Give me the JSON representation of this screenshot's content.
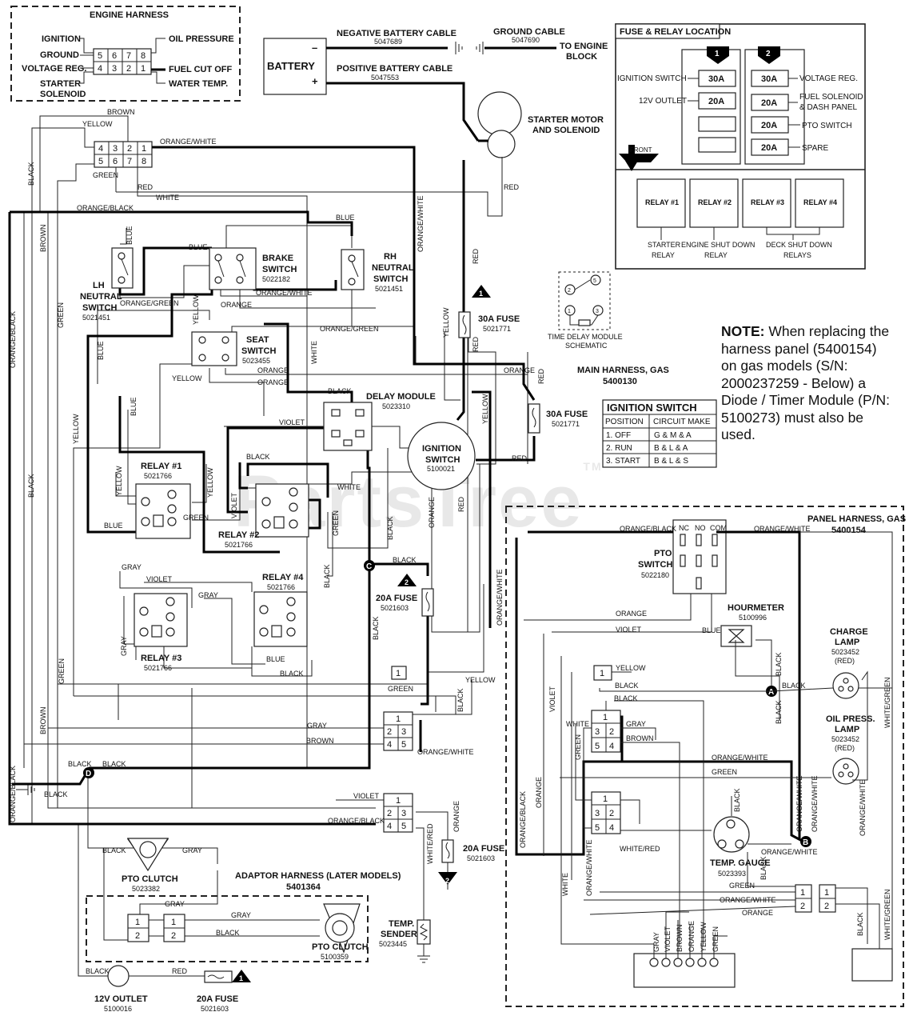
{
  "watermark": {
    "text": "PartsTree",
    "tm": "TM"
  },
  "note": {
    "heading": "NOTE:",
    "text": "When replacing the harness panel (5400154) on gas models (S/N: 2000237259 - Below) a Diode / Timer Module (P/N: 5100273) must also be used."
  },
  "engine_harness": {
    "title": "ENGINE HARNESS",
    "labels": {
      "ignition": "IGNITION",
      "ground": "GROUND",
      "voltage_reg": "VOLTAGE REG.",
      "starter": "STARTER",
      "solenoid": "SOLENOID",
      "oil_pressure": "OIL PRESSURE",
      "fuel_cut_off": "FUEL CUT OFF",
      "water_temp": "WATER TEMP."
    },
    "pins_top": [
      "5",
      "6",
      "7",
      "8"
    ],
    "pins_bottom": [
      "4",
      "3",
      "2",
      "1"
    ]
  },
  "battery": {
    "label": "BATTERY",
    "minus": "–",
    "plus": "+",
    "negative_cable": "NEGATIVE BATTERY CABLE",
    "negative_pn": "5047689",
    "ground_cable": "GROUND CABLE",
    "ground_pn": "5047690",
    "to_engine_1": "TO ENGINE",
    "to_engine_2": "BLOCK",
    "positive_cable": "POSITIVE BATTERY CABLE",
    "positive_pn": "5047553"
  },
  "starter": {
    "line1": "STARTER MOTOR",
    "line2": "AND SOLENOID"
  },
  "fuse_relay": {
    "title": "FUSE & RELAY LOCATION",
    "group1": "1",
    "group2": "2",
    "left": [
      {
        "label": "IGNITION SWITCH",
        "value": "30A"
      },
      {
        "label": "12V OUTLET",
        "value": "20A"
      }
    ],
    "right": [
      {
        "value": "30A",
        "label": "VOLTAGE REG.",
        "label2": ""
      },
      {
        "value": "20A",
        "label": "FUEL SOLENOID",
        "label2": "& DASH PANEL"
      },
      {
        "value": "20A",
        "label": "PTO SWITCH",
        "label2": ""
      },
      {
        "value": "20A",
        "label": "SPARE",
        "label2": ""
      }
    ],
    "front": "FRONT",
    "relays": [
      "RELAY #1",
      "RELAY #2",
      "RELAY #3",
      "RELAY #4"
    ],
    "relay_desc": {
      "starter1": "STARTER",
      "starter2": "RELAY",
      "esd1": "ENGINE SHUT DOWN",
      "esd2": "RELAY",
      "deck1": "DECK SHUT DOWN",
      "deck2": "RELAYS"
    }
  },
  "components": {
    "lh_neutral": {
      "l1": "LH",
      "l2": "NEUTRAL",
      "l3": "SWITCH",
      "pn": "5021451"
    },
    "brake": {
      "l1": "BRAKE",
      "l2": "SWITCH",
      "pn": "5022182"
    },
    "rh_neutral": {
      "l1": "RH",
      "l2": "NEUTRAL",
      "l3": "SWITCH",
      "pn": "5021451"
    },
    "seat": {
      "l1": "SEAT",
      "l2": "SWITCH",
      "pn": "5023455"
    },
    "delay": {
      "l1": "DELAY MODULE",
      "pn": "5023310"
    },
    "ignition": {
      "l1": "IGNITION",
      "l2": "SWITCH",
      "pn": "5100021"
    },
    "relay1": {
      "l1": "RELAY #1",
      "pn": "5021766"
    },
    "relay2": {
      "l1": "RELAY #2",
      "pn": "5021766"
    },
    "relay3": {
      "l1": "RELAY #3",
      "pn": "5021766"
    },
    "relay4": {
      "l1": "RELAY #4",
      "pn": "5021766"
    },
    "fuse30_1": {
      "l1": "30A FUSE",
      "pn": "5021771"
    },
    "fuse30_2": {
      "l1": "30A FUSE",
      "pn": "5021771"
    },
    "fuse20_a": {
      "l1": "20A FUSE",
      "pn": "5021603"
    },
    "fuse20_b": {
      "l1": "20A FUSE",
      "pn": "5021603"
    },
    "fuse20_c": {
      "l1": "20A FUSE",
      "pn": "5021603"
    },
    "tdm": {
      "l1": "TIME DELAY MODULE",
      "l2": "SCHEMATIC"
    },
    "main_harness": {
      "l1": "MAIN HARNESS, GAS",
      "pn": "5400130"
    },
    "pto_clutch1": {
      "l1": "PTO CLUTCH",
      "pn": "5023382"
    },
    "pto_clutch2": {
      "l1": "PTO CLUTCH",
      "pn": "5100359"
    },
    "adaptor": {
      "l1": "ADAPTOR HARNESS (LATER MODELS)",
      "pn": "5401364"
    },
    "temp_sender": {
      "l1": "TEMP.",
      "l2": "SENDER",
      "pn": "5023445"
    },
    "outlet": {
      "l1": "12V OUTLET",
      "pn": "5100016"
    },
    "panel_harness": {
      "l1": "PANEL HARNESS, GAS",
      "pn": "5400154"
    },
    "pto_switch": {
      "l1": "PTO",
      "l2": "SWITCH",
      "pn": "5022180",
      "nc": "NC",
      "no": "NO",
      "com": "COM"
    },
    "hourmeter": {
      "l1": "HOURMETER",
      "pn": "5100996"
    },
    "charge_lamp": {
      "l1": "CHARGE",
      "l2": "LAMP",
      "pn": "5023452",
      "c": "(RED)"
    },
    "oil_lamp": {
      "l1": "OIL PRESS.",
      "l2": "LAMP",
      "pn": "5023452",
      "c": "(RED)"
    },
    "temp_gauge": {
      "l1": "TEMP. GAUGE",
      "pn": "5023393"
    }
  },
  "ignition_table": {
    "title": "IGNITION SWITCH",
    "headers": [
      "POSITION",
      "CIRCUIT MAKE"
    ],
    "rows": [
      [
        "1. OFF",
        "G & M & A"
      ],
      [
        "2. RUN",
        "B & L & A"
      ],
      [
        "3. START",
        "B & L & S"
      ]
    ]
  },
  "wires": {
    "yellow": "YELLOW",
    "brown": "BROWN",
    "black": "BLACK",
    "green": "GREEN",
    "red": "RED",
    "white": "WHITE",
    "blue": "BLUE",
    "orange": "ORANGE",
    "gray": "GRAY",
    "violet": "VIOLET",
    "orange_white": "ORANGE/WHITE",
    "orange_black": "ORANGE/BLACK",
    "orange_green": "ORANGE/GREEN",
    "white_red": "WHITE/RED",
    "white_green": "WHITE/GREEN"
  },
  "markers": {
    "a": "A",
    "b": "B",
    "c": "C",
    "d": "D",
    "one": "1",
    "two": "2"
  }
}
